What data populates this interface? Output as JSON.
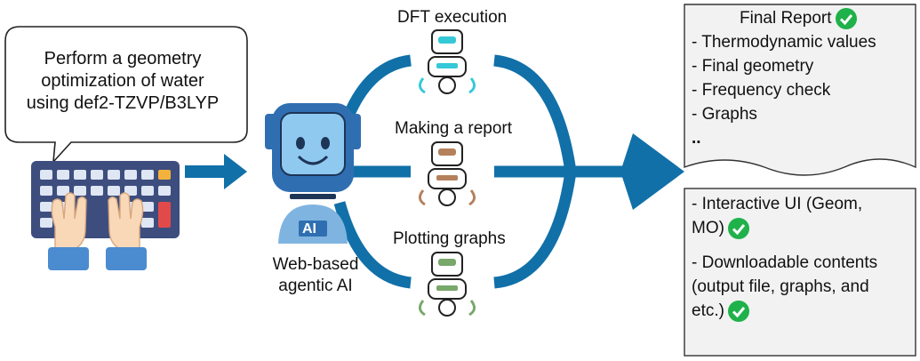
{
  "prompt": {
    "lines": [
      "Perform a geometry",
      "optimization of water",
      "using def2-TZVP/B3LYP"
    ]
  },
  "agent": {
    "badge": "AI",
    "caption_lines": [
      "Web-based",
      "agentic AI"
    ]
  },
  "subagents": [
    {
      "label": "DFT execution",
      "color": "#35c9d8"
    },
    {
      "label": "Making a report",
      "color": "#b5805c"
    },
    {
      "label": "Plotting graphs",
      "color": "#78a86a"
    }
  ],
  "report": {
    "title": "Final Report",
    "items": [
      "- Thermodynamic values",
      "- Final geometry",
      "- Frequency check",
      "- Graphs",
      ".."
    ]
  },
  "ui_box": {
    "line1": "- Interactive UI (Geom,",
    "line2": "MO)",
    "line3": "- Downloadable contents",
    "line4": "(output file, graphs, and",
    "line5": "etc.)"
  },
  "colors": {
    "flow": "#1170a8",
    "check": "#1fb14a",
    "robot_screen": "#8fc9f0",
    "robot_body": "#2f6fb1",
    "keyboard": "#3d4e7e"
  }
}
